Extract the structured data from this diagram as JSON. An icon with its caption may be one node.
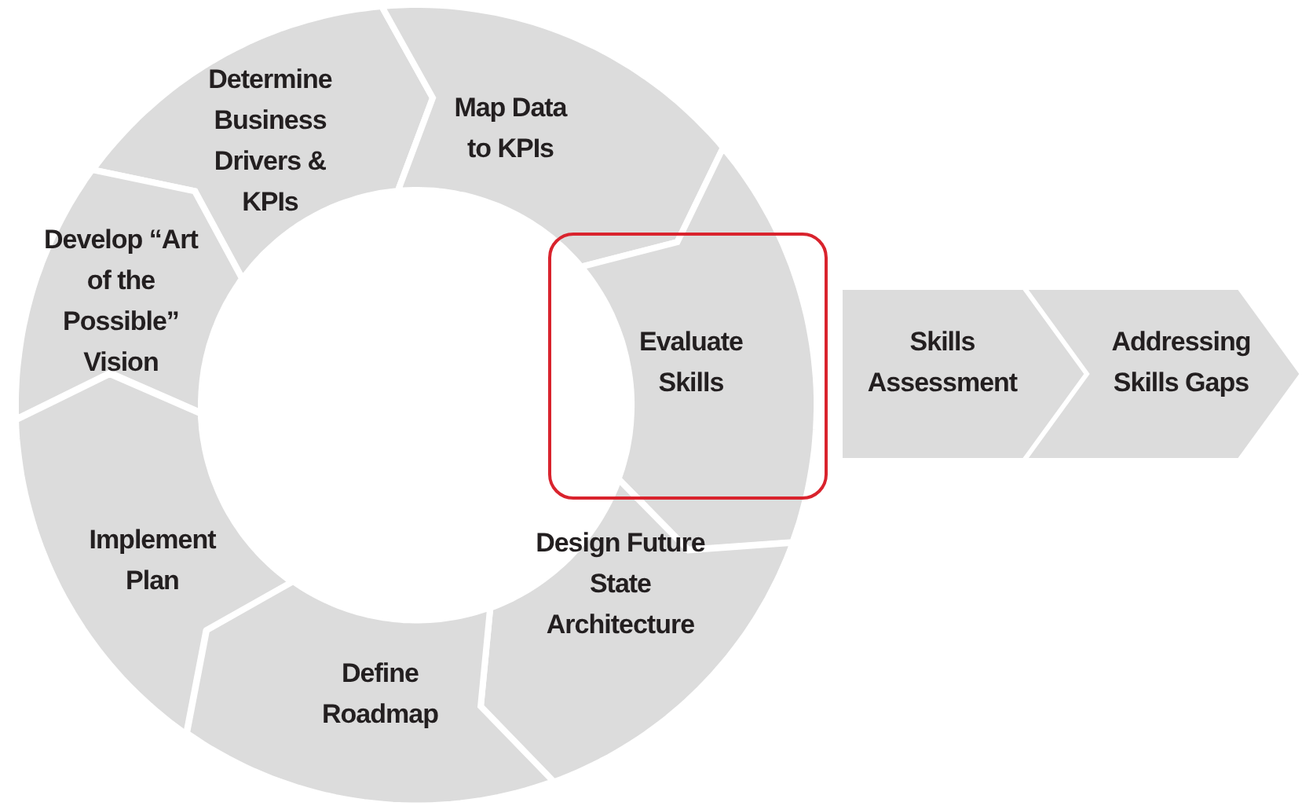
{
  "diagram": {
    "nodes": [
      {
        "text": [
          "Determine Business Drivers & KPIs"
        ]
      },
      {
        "text": [
          "Map Data to KPIs"
        ]
      },
      {
        "text": [
          "Develop “Art of the Possible” Vision"
        ]
      },
      {
        "text": [
          "Evaluate Skills"
        ]
      },
      {
        "text": [
          "Skills Assessment"
        ]
      },
      {
        "text": [
          "Addressing Skills Gaps"
        ]
      },
      {
        "text": [
          "Implement Plan"
        ]
      },
      {
        "text": [
          "Design Future State Architecture"
        ]
      },
      {
        "text": [
          "Define Roadmap"
        ]
      }
    ]
  }
}
